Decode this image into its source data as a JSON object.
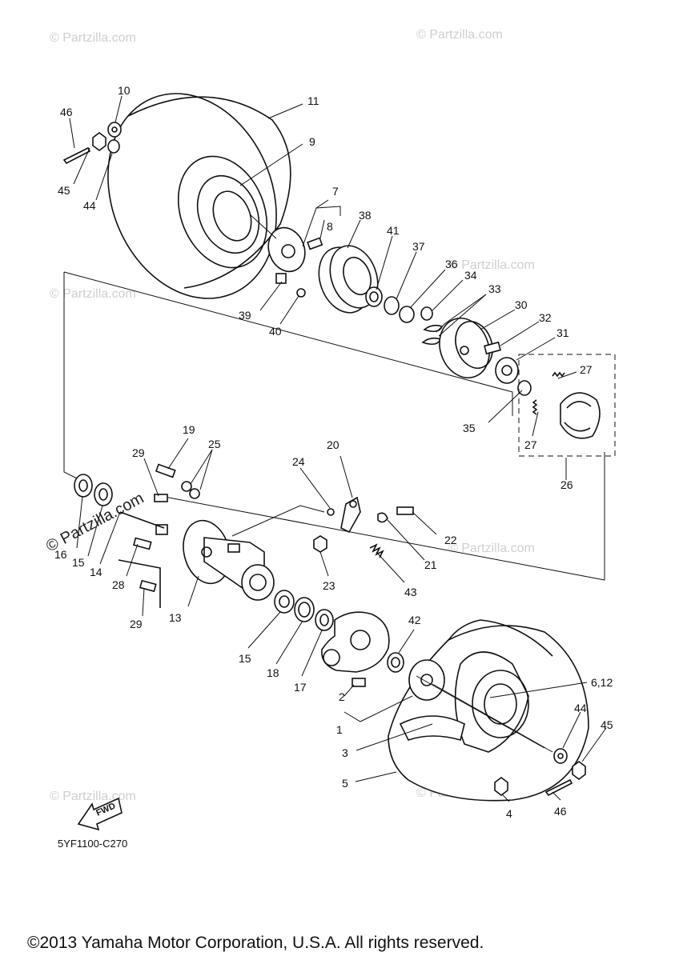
{
  "watermark": "© Partzilla.com",
  "diagram_code": "5YF1100-C270",
  "fwd_label": "FWD",
  "copyright": "©2013 Yamaha Motor Corporation, U.S.A. All rights reserved.",
  "callouts": {
    "c1": "1",
    "c2": "2",
    "c3": "3",
    "c4": "4",
    "c5": "5",
    "c6_12": "6,12",
    "c7": "7",
    "c8": "8",
    "c9": "9",
    "c10": "10",
    "c11": "11",
    "c13": "13",
    "c14": "14",
    "c15a": "15",
    "c15b": "15",
    "c16": "16",
    "c17": "17",
    "c18": "18",
    "c19": "19",
    "c20": "20",
    "c21": "21",
    "c22": "22",
    "c23": "23",
    "c24": "24",
    "c25": "25",
    "c26": "26",
    "c27a": "27",
    "c27b": "27",
    "c28": "28",
    "c29a": "29",
    "c29b": "29",
    "c30": "30",
    "c31": "31",
    "c32": "32",
    "c33": "33",
    "c34": "34",
    "c35": "35",
    "c36": "36",
    "c37": "37",
    "c38": "38",
    "c39": "39",
    "c40": "40",
    "c41": "41",
    "c42": "42",
    "c43": "43",
    "c44a": "44",
    "c44b": "44",
    "c45a": "45",
    "c45b": "45",
    "c46a": "46",
    "c46b": "46"
  }
}
